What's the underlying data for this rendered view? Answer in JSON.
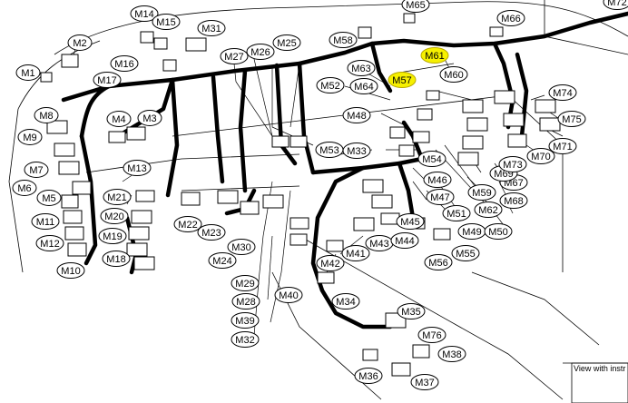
{
  "diagram": {
    "connectors": [
      {
        "id": "M1"
      },
      {
        "id": "M2"
      },
      {
        "id": "M3"
      },
      {
        "id": "M4"
      },
      {
        "id": "M5"
      },
      {
        "id": "M6"
      },
      {
        "id": "M7"
      },
      {
        "id": "M8"
      },
      {
        "id": "M9"
      },
      {
        "id": "M10"
      },
      {
        "id": "M11"
      },
      {
        "id": "M12"
      },
      {
        "id": "M13"
      },
      {
        "id": "M14"
      },
      {
        "id": "M15"
      },
      {
        "id": "M16"
      },
      {
        "id": "M17"
      },
      {
        "id": "M18"
      },
      {
        "id": "M19"
      },
      {
        "id": "M20"
      },
      {
        "id": "M21"
      },
      {
        "id": "M22"
      },
      {
        "id": "M23"
      },
      {
        "id": "M24"
      },
      {
        "id": "M25"
      },
      {
        "id": "M26"
      },
      {
        "id": "M27"
      },
      {
        "id": "M28"
      },
      {
        "id": "M29"
      },
      {
        "id": "M30"
      },
      {
        "id": "M31"
      },
      {
        "id": "M32"
      },
      {
        "id": "M33"
      },
      {
        "id": "M34"
      },
      {
        "id": "M35"
      },
      {
        "id": "M36"
      },
      {
        "id": "M37"
      },
      {
        "id": "M38"
      },
      {
        "id": "M39"
      },
      {
        "id": "M40"
      },
      {
        "id": "M41"
      },
      {
        "id": "M42"
      },
      {
        "id": "M43"
      },
      {
        "id": "M44"
      },
      {
        "id": "M45"
      },
      {
        "id": "M46"
      },
      {
        "id": "M47"
      },
      {
        "id": "M48"
      },
      {
        "id": "M49"
      },
      {
        "id": "M50"
      },
      {
        "id": "M51"
      },
      {
        "id": "M52"
      },
      {
        "id": "M53"
      },
      {
        "id": "M54"
      },
      {
        "id": "M55"
      },
      {
        "id": "M56"
      },
      {
        "id": "M57",
        "highlight": true
      },
      {
        "id": "M58"
      },
      {
        "id": "M59"
      },
      {
        "id": "M60"
      },
      {
        "id": "M61",
        "highlight": true
      },
      {
        "id": "M62"
      },
      {
        "id": "M63"
      },
      {
        "id": "M64"
      },
      {
        "id": "M65"
      },
      {
        "id": "M66"
      },
      {
        "id": "M67"
      },
      {
        "id": "M68"
      },
      {
        "id": "M69"
      },
      {
        "id": "M70"
      },
      {
        "id": "M71"
      },
      {
        "id": "M72"
      },
      {
        "id": "M73"
      },
      {
        "id": "M74"
      },
      {
        "id": "M75"
      },
      {
        "id": "M76"
      }
    ],
    "corner_note": "View with instr",
    "highlight_color": "#f6f000"
  }
}
